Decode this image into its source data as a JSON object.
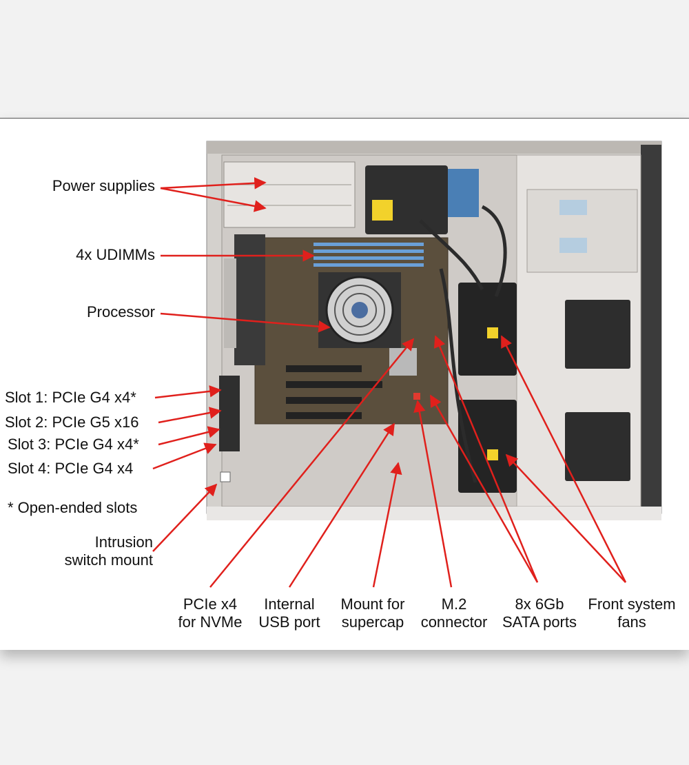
{
  "colors": {
    "background": "#f2f2f2",
    "card": "#ffffff",
    "arrow": "#e0201c",
    "chassis": "#d9d6d3",
    "board": "#5b4f3d"
  },
  "labels": {
    "power_supplies": "Power supplies",
    "udimms": "4x UDIMMs",
    "processor": "Processor",
    "slot1": "Slot 1: PCIe G4 x4*",
    "slot2": "Slot 2: PCIe G5 x16",
    "slot3": "Slot 3: PCIe G4 x4*",
    "slot4": "Slot 4: PCIe G4 x4",
    "open_ended": "* Open-ended slots",
    "intrusion": [
      "Intrusion",
      "switch mount"
    ],
    "pcie_nvme": [
      "PCIe x4",
      "for NVMe"
    ],
    "internal_usb": [
      "Internal",
      "USB port"
    ],
    "supercap": [
      "Mount for",
      "supercap"
    ],
    "m2": [
      "M.2",
      "connector"
    ],
    "sata": [
      "8x 6Gb",
      "SATA ports"
    ],
    "front_fans": [
      "Front system",
      "fans"
    ]
  }
}
